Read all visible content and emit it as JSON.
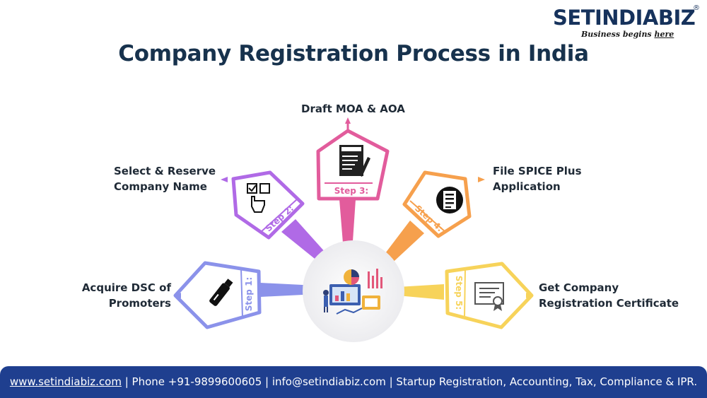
{
  "brand": {
    "name": "SETINDIABIZ",
    "registered": "®",
    "tagline_prefix": "Business begins ",
    "tagline_emphasis": "here"
  },
  "title": "Company Registration Process in India",
  "hub_icon": "business-analytics-illustration",
  "steps": [
    {
      "tag": "Step 1:",
      "label_line1": "Acquire DSC of",
      "label_line2": "Promoters",
      "color": "#8b92ea",
      "icon": "usb-token-icon"
    },
    {
      "tag": "Step 2:",
      "label_line1": "Select & Reserve",
      "label_line2": "Company Name",
      "color": "#b06ae6",
      "icon": "checkbox-click-icon"
    },
    {
      "tag": "Step 3:",
      "label_line1": "Draft MOA & AOA",
      "label_line2": "",
      "color": "#e25c9c",
      "icon": "document-pen-icon"
    },
    {
      "tag": "Step 4:",
      "label_line1": "File SPICE Plus",
      "label_line2": "Application",
      "color": "#f6a04d",
      "icon": "document-list-icon"
    },
    {
      "tag": "Step 5:",
      "label_line1": "Get Company",
      "label_line2": "Registration Certificate",
      "color": "#f7d35a",
      "icon": "certificate-icon"
    }
  ],
  "footer": {
    "website": "www.setindiabiz.com",
    "rest": " | Phone +91-9899600605 | info@setindiabiz.com | Startup Registration, Accounting, Tax, Compliance & IPR."
  }
}
